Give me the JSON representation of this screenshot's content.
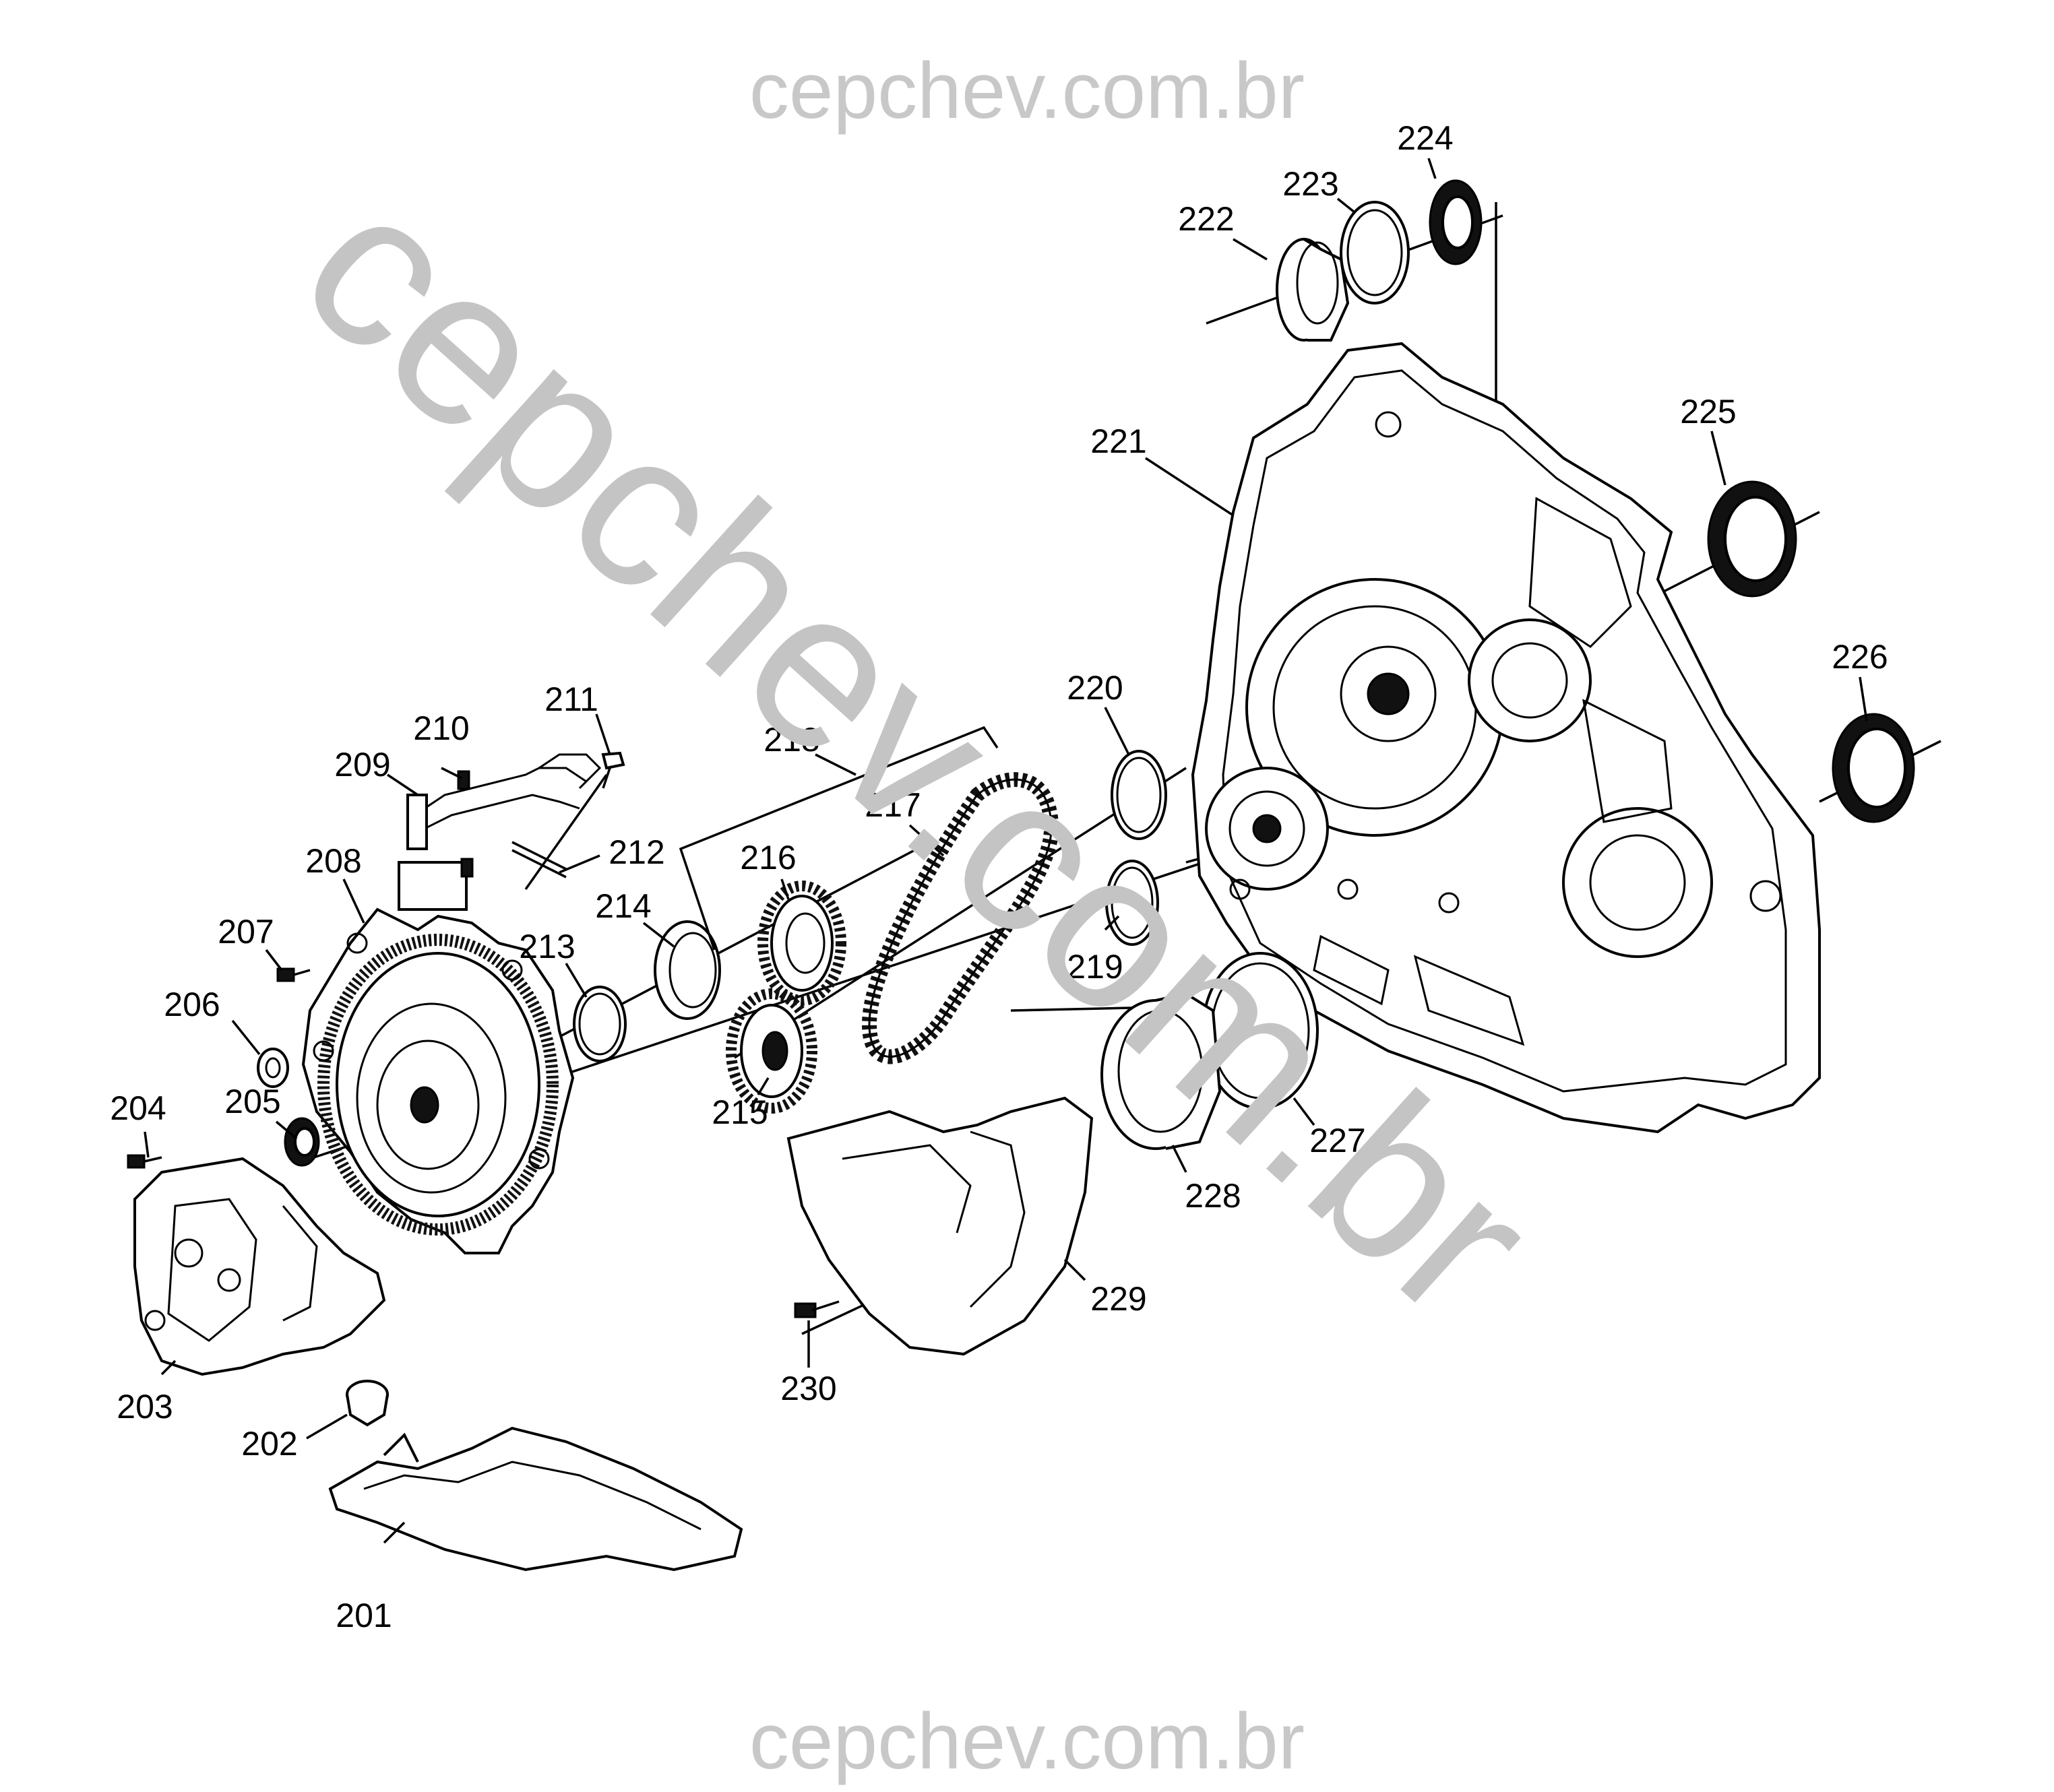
{
  "watermarks": {
    "top": "cepchev.com.br",
    "bottom": "cepchev.com.br",
    "diagonal": "cepchev.com.br"
  },
  "colors": {
    "line": "#000000",
    "watermark": "#c8c8c8",
    "background": "#ffffff"
  },
  "callouts": {
    "c201": "201",
    "c202": "202",
    "c203": "203",
    "c204": "204",
    "c205": "205",
    "c206": "206",
    "c207": "207",
    "c208": "208",
    "c209": "209",
    "c210": "210",
    "c211": "211",
    "c212": "212",
    "c213": "213",
    "c214": "214",
    "c215": "215",
    "c216": "216",
    "c217": "217",
    "c218": "218",
    "c219": "219",
    "c220": "220",
    "c221": "221",
    "c222": "222",
    "c223": "223",
    "c224": "224",
    "c225": "225",
    "c226": "226",
    "c227": "227",
    "c228": "228",
    "c229": "229",
    "c230": "230"
  }
}
